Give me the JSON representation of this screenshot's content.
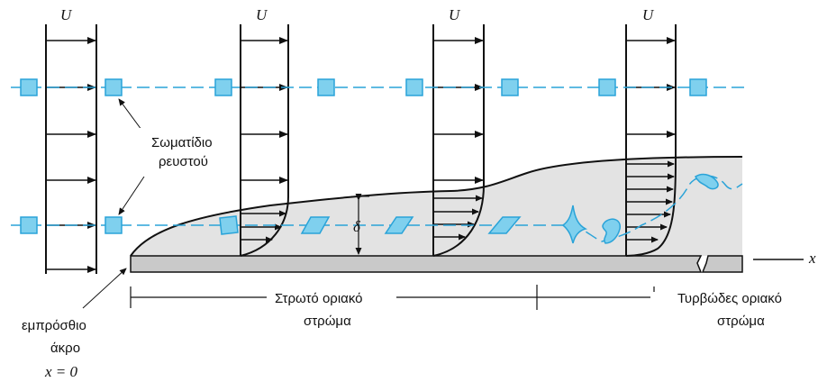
{
  "labels": {
    "u1": "U",
    "u2": "U",
    "u3": "U",
    "u4": "U",
    "particle_line1": "Σωματίδιο",
    "particle_line2": "ρευστού",
    "delta": "δ",
    "x_axis": "x",
    "laminar_line1": "Στρωτό οριακό",
    "laminar_line2": "στρώμα",
    "turbulent_line1": "Τυρβώδες οριακό",
    "turbulent_line2": "στρώμα",
    "leading_line1": "εμπρόσθιο",
    "leading_line2": "άκρο",
    "x_zero": "x = 0"
  },
  "colors": {
    "boundary_layer_fill": "#e3e3e3",
    "plate_fill": "#c9c9c9",
    "fluid_particle": "#7fd0ee",
    "streamline": "#2aa3d8",
    "ink": "#111111"
  },
  "regions": [
    "laminar",
    "turbulent"
  ]
}
